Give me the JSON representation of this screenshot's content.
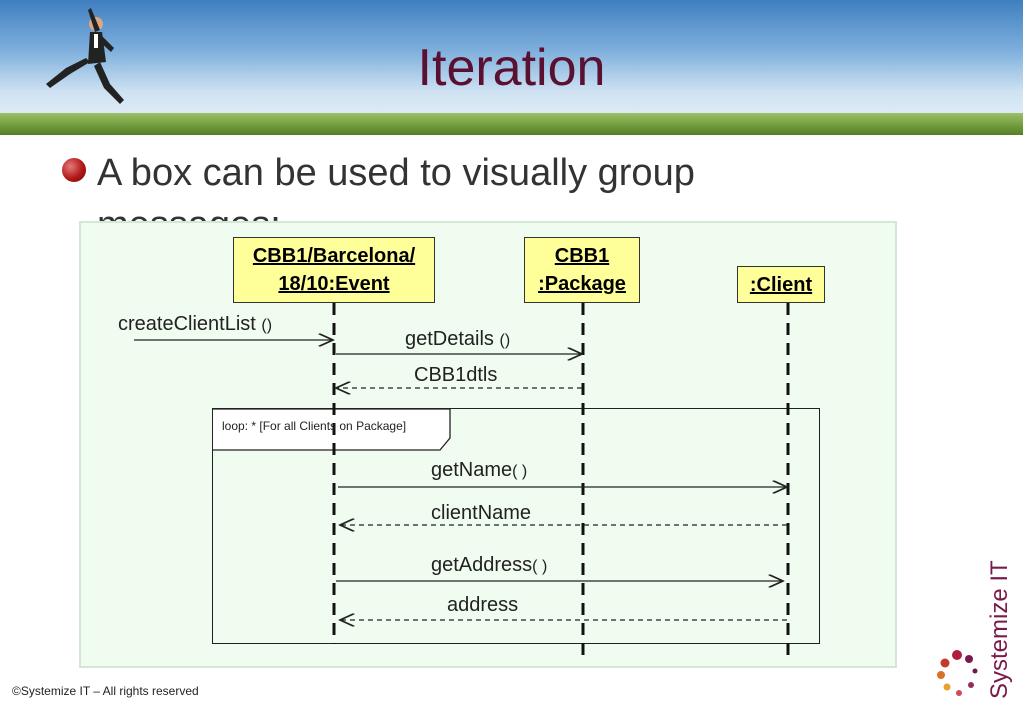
{
  "slide": {
    "title": "Iteration",
    "bullet": "A box can be used to visually group messages:",
    "footer": "©Systemize IT – All rights reserved",
    "logo": "Systemize IT"
  },
  "diagram": {
    "lifelines": [
      {
        "line1": "CBB1/Barcelona/",
        "line2": "18/10:Event"
      },
      {
        "line1": "CBB1",
        "line2": ":Package"
      },
      {
        "line1": ":Client",
        "line2": ""
      }
    ],
    "loop_label": "loop: * [For all Clients on Package]",
    "messages": [
      {
        "name": "createClientList",
        "args": "()"
      },
      {
        "name": "getDetails",
        "args": "()"
      },
      {
        "name": "CBB1dtls",
        "args": ""
      },
      {
        "name": "getName",
        "args": "( )"
      },
      {
        "name": "clientName",
        "args": ""
      },
      {
        "name": "getAddress",
        "args": "( )"
      },
      {
        "name": "address",
        "args": ""
      }
    ]
  },
  "colors": {
    "title": "#5a1030",
    "lifeline_fill": "#ffff99",
    "panel": "#effcef",
    "bullet": "#b21818"
  }
}
